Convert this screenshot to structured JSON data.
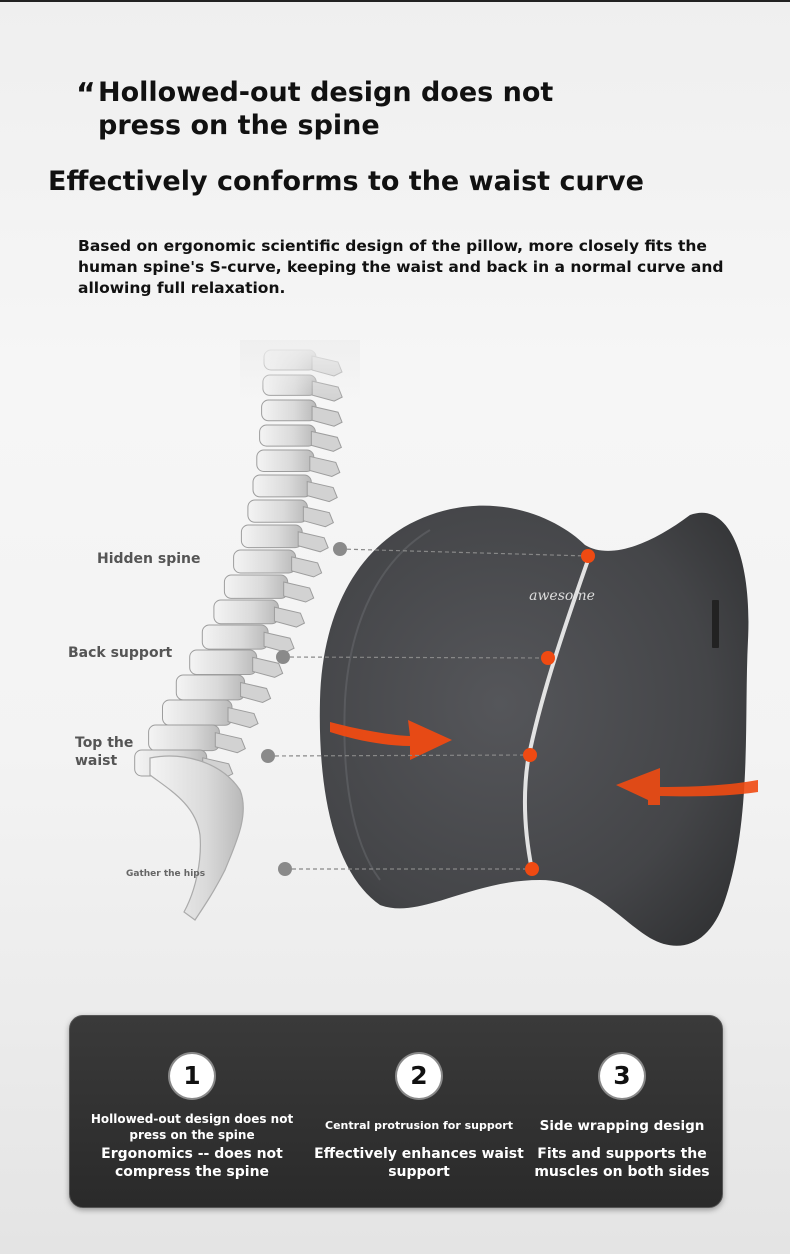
{
  "header": {
    "quote_mark": "“",
    "headline": "Hollowed-out design does not press on the spine",
    "title": "Effectively conforms to the waist curve",
    "description": "Based on ergonomic scientific design of the pillow, more closely fits the human spine's S-curve, keeping the waist and back in a normal curve and allowing full relaxation."
  },
  "illustration": {
    "brand_text": "awesome",
    "labels": {
      "hidden_spine": "Hidden spine",
      "back_support": "Back support",
      "top_waist": "Top the waist",
      "gather_hips": "Gather the hips"
    },
    "colors": {
      "accent": "#ef4a12",
      "cushion": "#4a4b4e",
      "dot": "#8a8a8a"
    }
  },
  "features": [
    {
      "number": "1",
      "title": "Hollowed-out design does not press on the spine",
      "body": "Ergonomics -- does not compress the spine"
    },
    {
      "number": "2",
      "title": "Central protrusion for support",
      "body": "Effectively enhances waist support"
    },
    {
      "number": "3",
      "title": "Side wrapping design",
      "body": "Fits and supports the muscles on both sides"
    }
  ]
}
